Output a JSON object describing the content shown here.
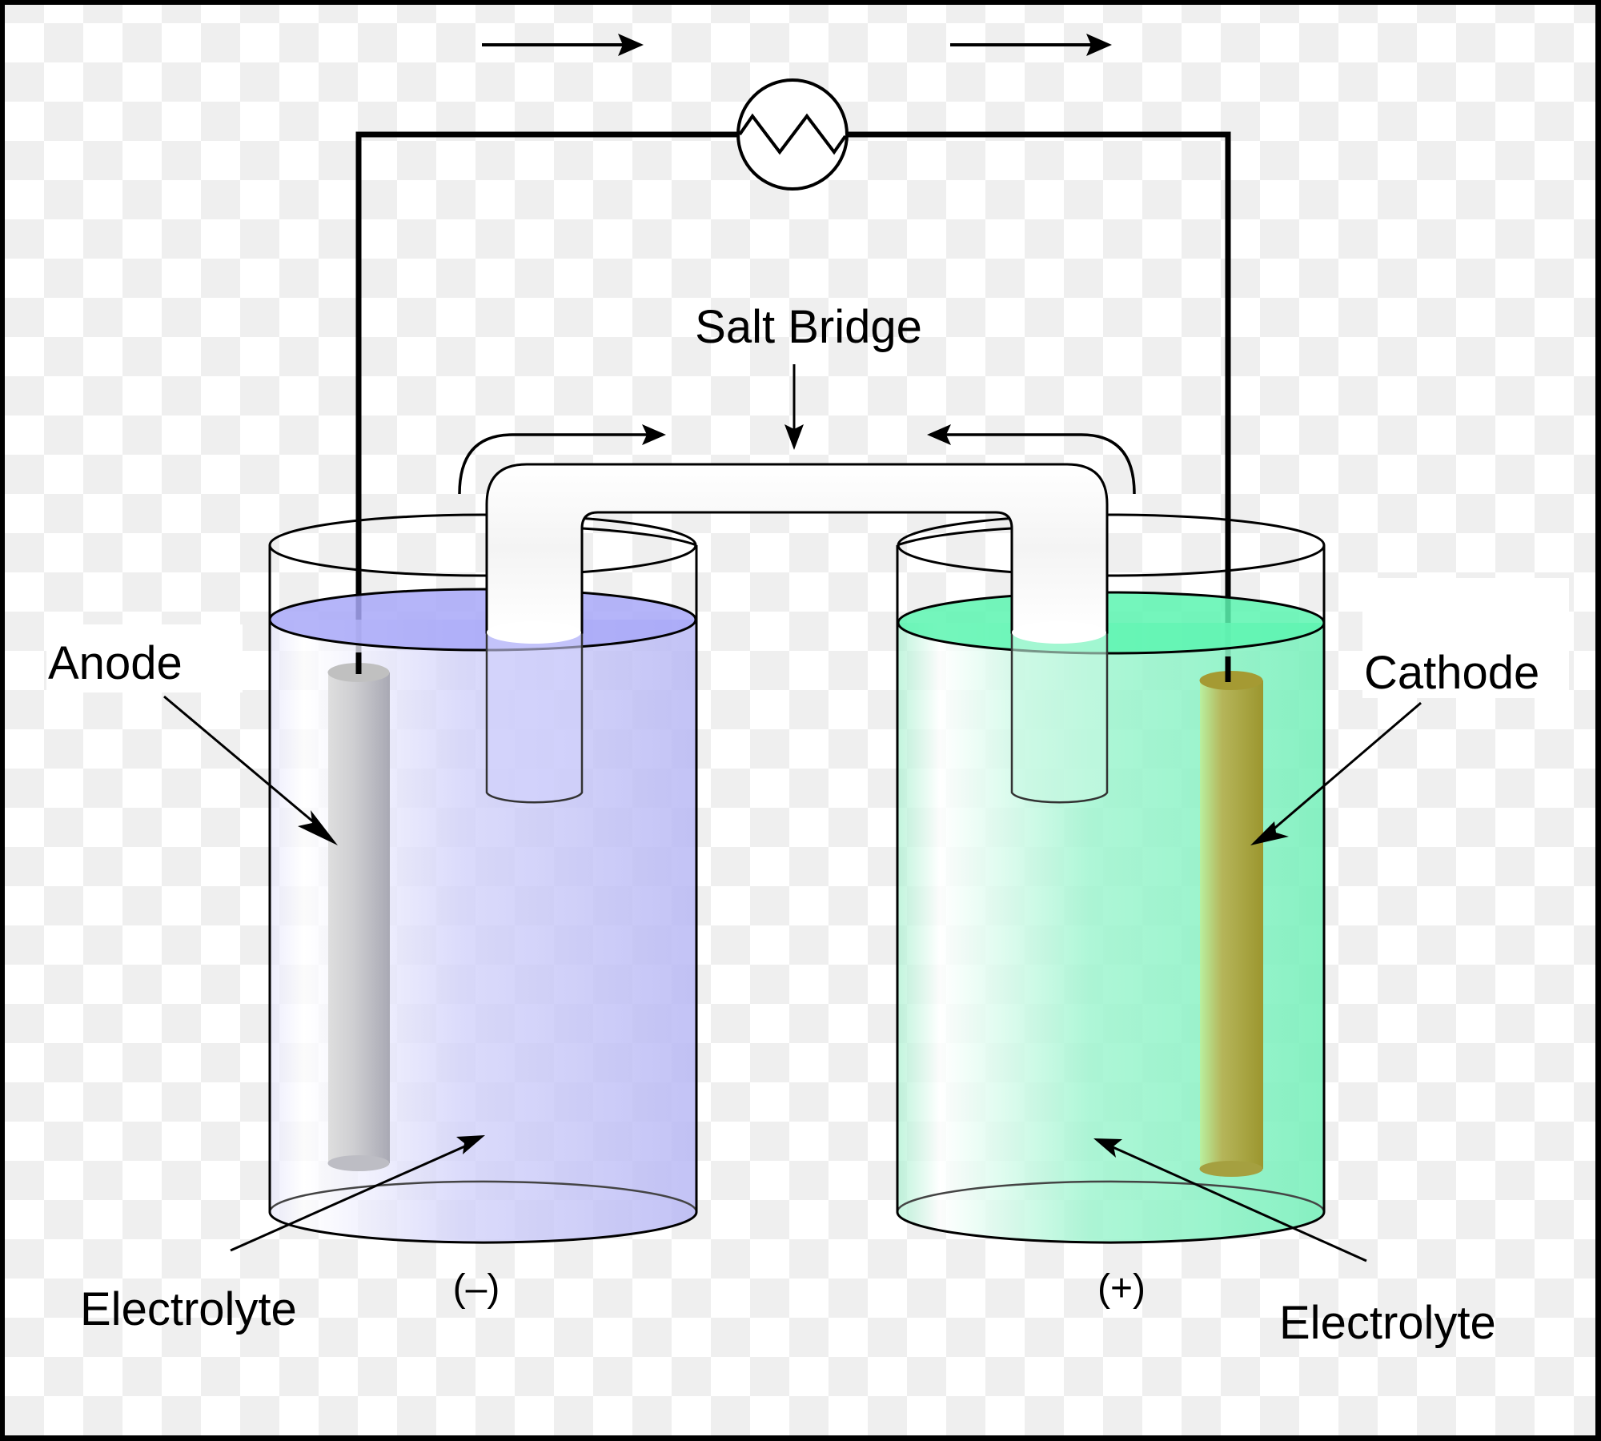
{
  "diagram": {
    "title": "Galvanic cell",
    "labels": {
      "salt_bridge": "Salt Bridge",
      "anode": "Anode",
      "cathode": "Cathode",
      "left_electrolyte": "Electrolyte",
      "right_electrolyte": "Electrolyte",
      "negative": "(–)",
      "positive": "(+)"
    },
    "colors": {
      "anode_solution": "#a8a8f8",
      "cathode_solution": "#5cf5b0",
      "anode_rod": "#b4b4bc",
      "cathode_rod": "#a09a30",
      "frame": "#000000",
      "checker_dark": "#efefef",
      "checker_light": "#ffffff"
    },
    "icons": {
      "load": "resistor-circle-icon",
      "electron_flow": "arrow-right-icon"
    }
  }
}
